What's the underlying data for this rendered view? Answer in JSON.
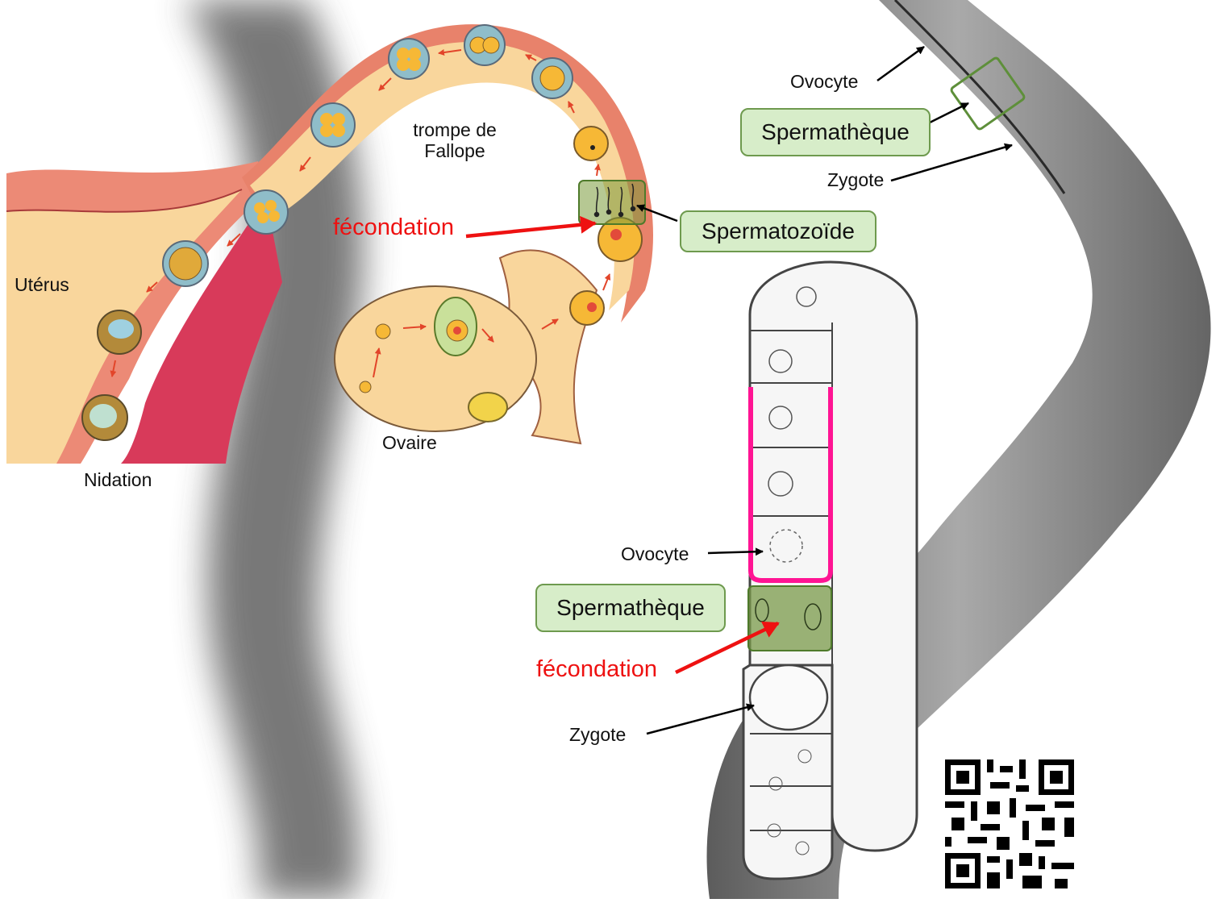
{
  "human": {
    "uterus": "Utérus",
    "nidation": "Nidation",
    "tube_line1": "trompe de",
    "tube_line2": "Fallope",
    "ovary": "Ovaire",
    "fertilization": "fécondation",
    "sperm_box": "Spermatozoïde"
  },
  "worm_photo": {
    "oocyte": "Ovocyte",
    "spermatheca_box": "Spermathèque",
    "zygote": "Zygote"
  },
  "worm_diagram": {
    "oocyte": "Ovocyte",
    "spermatheca_box": "Spermathèque",
    "fertilization": "fécondation",
    "zygote": "Zygote"
  },
  "colors": {
    "fertilization_text": "#ee1111",
    "label_box_fill": "#d7edc9",
    "label_box_border": "#6e9a4e",
    "oviduct_outline": "#ff1493",
    "tube_fill": "#f9d69c",
    "tube_wall": "#e8826b"
  },
  "icons": [
    "qr-code-icon"
  ]
}
